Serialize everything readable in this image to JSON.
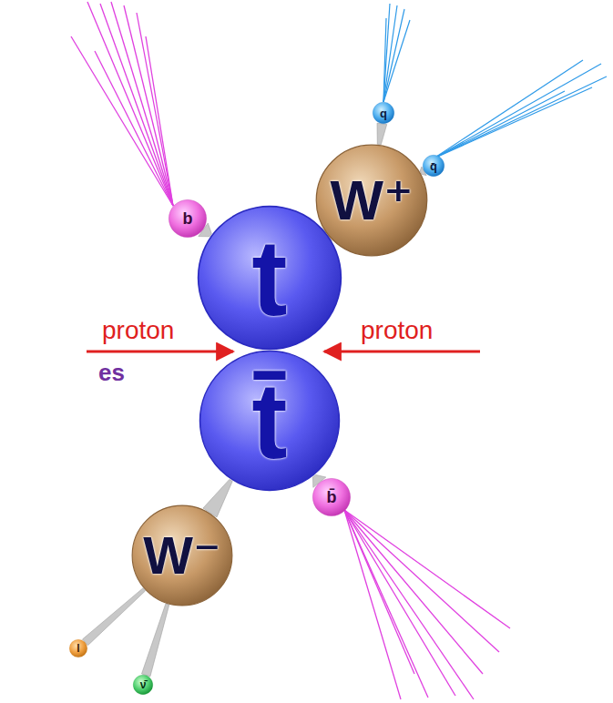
{
  "diagram": {
    "nodes": [
      {
        "text": [
          "t"
        ]
      },
      {
        "text": [
          "b"
        ]
      },
      {
        "text": [
          "W⁺"
        ]
      },
      {
        "text": [
          "q"
        ]
      },
      {
        "text": [
          "q̄"
        ]
      },
      {
        "text": [
          "t̄"
        ]
      },
      {
        "text": [
          "W⁻"
        ]
      },
      {
        "text": [
          "l"
        ]
      },
      {
        "text": [
          "ν̄"
        ]
      },
      {
        "text": [
          "b̄"
        ]
      }
    ],
    "edges": [
      {
        "from": 0,
        "to": 1,
        "arrow": "none"
      },
      {
        "from": 0,
        "to": 2,
        "arrow": "none"
      },
      {
        "from": 2,
        "to": 3,
        "arrow": "none"
      },
      {
        "from": 2,
        "to": 4,
        "arrow": "none"
      },
      {
        "from": 5,
        "to": 6,
        "arrow": "none"
      },
      {
        "from": 5,
        "to": 9,
        "arrow": "none"
      },
      {
        "from": 6,
        "to": 7,
        "arrow": "none"
      },
      {
        "from": 6,
        "to": 8,
        "arrow": "none"
      }
    ],
    "labels": [
      "proton",
      "proton",
      "es"
    ]
  }
}
